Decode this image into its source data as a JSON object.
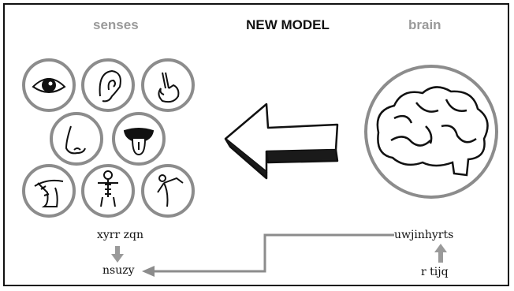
{
  "header": {
    "left_label": "senses",
    "title": "NEW MODEL",
    "right_label": "brain"
  },
  "labels": {
    "top_left": "xyrr zqn",
    "bottom_left": "nsuzy",
    "top_right": "uwjinhyrts",
    "bottom_right": "r tijq"
  },
  "icons": [
    "eye-icon",
    "ear-icon",
    "finger-icon",
    "nose-icon",
    "tongue-icon",
    "hand-icon",
    "body-icon",
    "balance-icon",
    "brain-icon",
    "arrow-left-icon"
  ],
  "colors": {
    "circle": "#8c8c8c",
    "accent_gray": "#9a9a9a",
    "ink": "#111111",
    "flow": "#8c8c8c"
  }
}
